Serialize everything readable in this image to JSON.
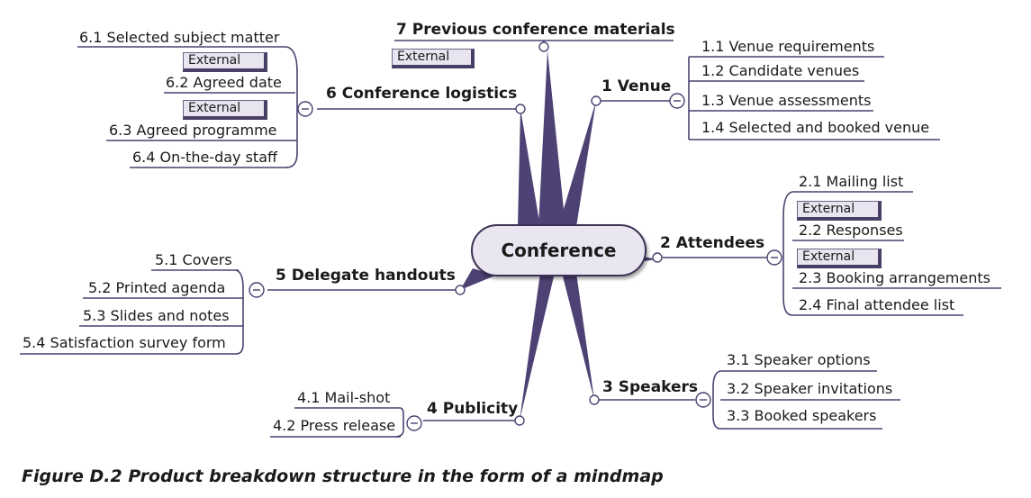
{
  "center": "Conference",
  "branches": {
    "b1": {
      "label": "1 Venue",
      "items": [
        "1.1 Venue requirements",
        "1.2 Candidate venues",
        "1.3 Venue assessments",
        "1.4 Selected and booked venue"
      ]
    },
    "b2": {
      "label": "2 Attendees",
      "items": [
        "2.1 Mailing list",
        "2.2 Responses",
        "2.3 Booking arrangements",
        "2.4 Final attendee list"
      ]
    },
    "b3": {
      "label": "3 Speakers",
      "items": [
        "3.1 Speaker options",
        "3.2 Speaker invitations",
        "3.3 Booked speakers"
      ]
    },
    "b4": {
      "label": "4 Publicity",
      "items": [
        "4.1 Mail-shot",
        "4.2 Press release"
      ]
    },
    "b5": {
      "label": "5 Delegate handouts",
      "items": [
        "5.1 Covers",
        "5.2 Printed agenda",
        "5.3 Slides and notes",
        "5.4 Satisfaction survey form"
      ]
    },
    "b6": {
      "label": "6 Conference logistics",
      "items": [
        "6.1 Selected subject matter",
        "6.2 Agreed date",
        "6.3 Agreed programme",
        "6.4 On-the-day staff"
      ]
    },
    "b7": {
      "label": "7 Previous conference materials"
    }
  },
  "external_tag": "External",
  "caption": "Figure D.2  Product breakdown structure in the form of a mindmap",
  "colors": {
    "line": "#4b4170",
    "spoke": "#4e4275",
    "node_fill": "#e9e6f1",
    "tag_fill": "#e8e5f0"
  }
}
